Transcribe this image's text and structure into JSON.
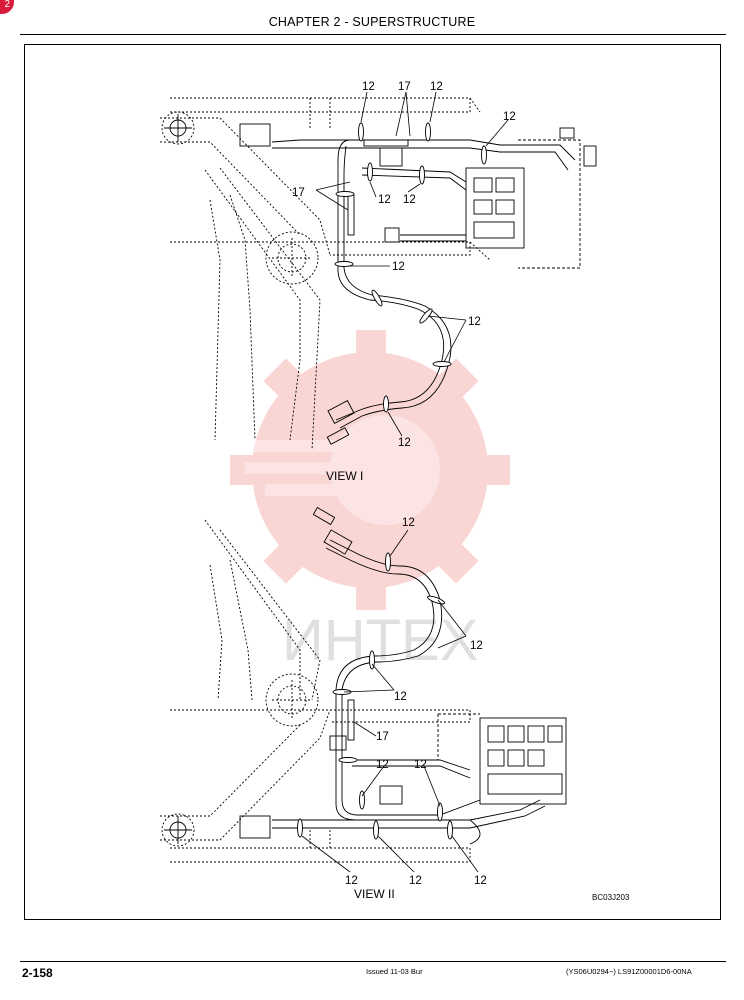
{
  "header": {
    "title": "CHAPTER 2 - SUPERSTRUCTURE"
  },
  "corner_badge": "2",
  "figure": {
    "view_1_label": "VIEW I",
    "view_2_label": "VIEW II",
    "drawing_id": "BC03J203",
    "callouts": {
      "c01": "12",
      "c02": "17",
      "c03": "12",
      "c04": "12",
      "c05": "17",
      "c06": "12",
      "c07": "12",
      "c08": "12",
      "c09": "12",
      "c10": "12",
      "c11": "12",
      "c12": "12",
      "c13": "12",
      "c14": "17",
      "c15": "12",
      "c16": "12",
      "c17": "12",
      "c18": "12",
      "c19": "12"
    }
  },
  "watermark": {
    "text": "ИНТЕХ",
    "color": "#e8483f"
  },
  "footer": {
    "page_number": "2-158",
    "issued": "Issued 11-03   Bur",
    "doc_code": "(YS06U0294~)   LS91Z00001D6-00NA"
  }
}
